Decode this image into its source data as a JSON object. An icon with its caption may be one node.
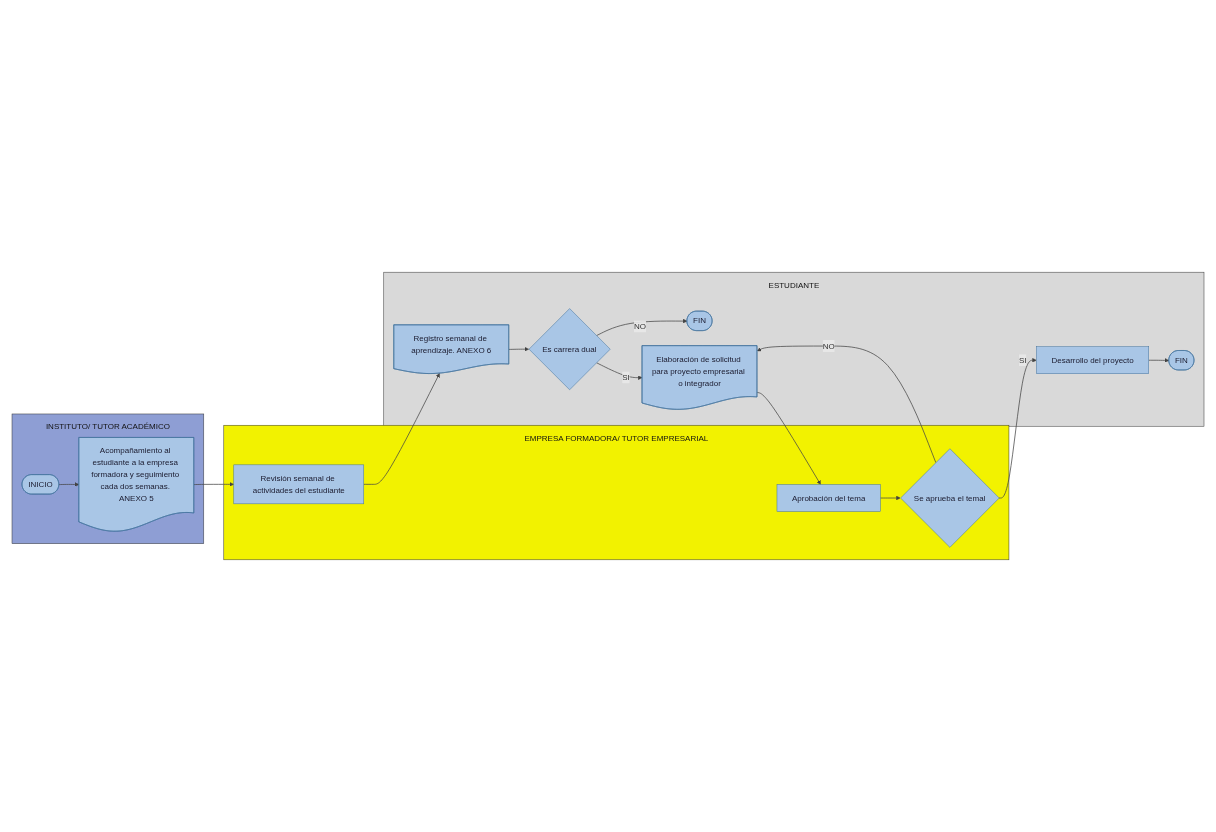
{
  "diagram": {
    "nodes": [
      {
        "text": [
          "INSTITUTO/ TUTOR ACADÉMICO"
        ]
      },
      {
        "text": [
          "INICIO"
        ],
        "in": 0
      },
      {
        "text": [
          "Acompañamiento al estudiante a la empresa formadora y seguimiento cada dos semanas. ANEXO 5"
        ],
        "in": 0
      },
      {
        "text": [
          "EMPRESA FORMADORA/ TUTOR EMPRESARIAL"
        ]
      },
      {
        "text": [
          "Revisión semanal de actividades del estudiante"
        ],
        "in": 3
      },
      {
        "text": [
          "Aprobación del tema"
        ],
        "in": 3
      },
      {
        "text": [
          "Se aprueba el temal"
        ],
        "in": 3
      },
      {
        "text": [
          "ESTUDIANTE"
        ]
      },
      {
        "text": [
          "Registro semanal de aprendizaje. ANEXO 6"
        ],
        "in": 7
      },
      {
        "text": [
          "Es carrera dual"
        ],
        "in": 7
      },
      {
        "text": [
          "FIN"
        ],
        "in": 7
      },
      {
        "text": [
          "Elaboración de solicitud para proyecto empresarial o integrador"
        ],
        "in": 7
      },
      {
        "text": [
          "Desarrollo del proyecto"
        ],
        "in": 7
      },
      {
        "text": [
          "FIN"
        ],
        "in": 7
      }
    ],
    "edges": [
      {
        "from": 1,
        "to": 2,
        "arrow": "to"
      },
      {
        "from": 2,
        "to": 4,
        "arrow": "to"
      },
      {
        "from": 4,
        "to": 8,
        "arrow": "to"
      },
      {
        "from": 8,
        "to": 9,
        "arrow": "to"
      },
      {
        "from": 9,
        "to": 10,
        "arrow": "to",
        "label": "NO"
      },
      {
        "from": 9,
        "to": 11,
        "arrow": "to",
        "label": "SI"
      },
      {
        "from": 11,
        "to": 5,
        "arrow": "to"
      },
      {
        "from": 5,
        "to": 6,
        "arrow": "to"
      },
      {
        "from": 6,
        "to": 11,
        "arrow": "to",
        "label": "NO"
      },
      {
        "from": 6,
        "to": 12,
        "arrow": "to",
        "label": "SI"
      },
      {
        "from": 12,
        "to": 13,
        "arrow": "to"
      }
    ]
  }
}
